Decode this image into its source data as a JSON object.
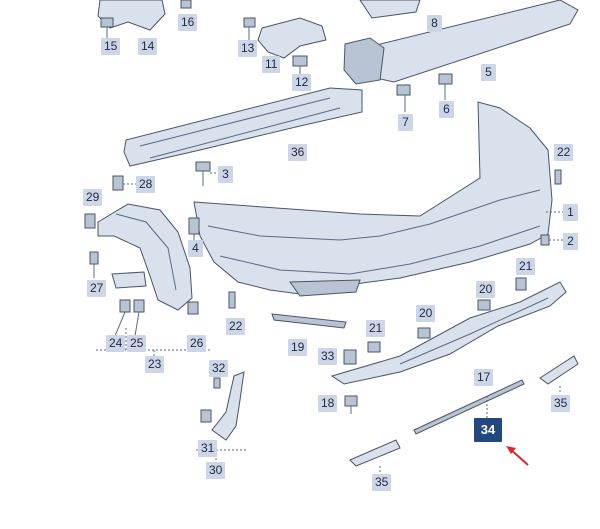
{
  "parts": [
    {
      "id": "p1",
      "label": "1"
    },
    {
      "id": "p2",
      "label": "2"
    },
    {
      "id": "p3",
      "label": "3"
    },
    {
      "id": "p4",
      "label": "4"
    },
    {
      "id": "p5",
      "label": "5"
    },
    {
      "id": "p6",
      "label": "6"
    },
    {
      "id": "p7",
      "label": "7"
    },
    {
      "id": "p8",
      "label": "8"
    },
    {
      "id": "p11",
      "label": "11"
    },
    {
      "id": "p12",
      "label": "12"
    },
    {
      "id": "p13",
      "label": "13"
    },
    {
      "id": "p14",
      "label": "14"
    },
    {
      "id": "p15",
      "label": "15"
    },
    {
      "id": "p16",
      "label": "16"
    },
    {
      "id": "p17",
      "label": "17"
    },
    {
      "id": "p18",
      "label": "18"
    },
    {
      "id": "p19",
      "label": "19"
    },
    {
      "id": "p20a",
      "label": "20"
    },
    {
      "id": "p20b",
      "label": "20"
    },
    {
      "id": "p21a",
      "label": "21"
    },
    {
      "id": "p21b",
      "label": "21"
    },
    {
      "id": "p22a",
      "label": "22"
    },
    {
      "id": "p22b",
      "label": "22"
    },
    {
      "id": "p23",
      "label": "23"
    },
    {
      "id": "p24",
      "label": "24"
    },
    {
      "id": "p25",
      "label": "25"
    },
    {
      "id": "p26",
      "label": "26"
    },
    {
      "id": "p27",
      "label": "27"
    },
    {
      "id": "p28",
      "label": "28"
    },
    {
      "id": "p29",
      "label": "29"
    },
    {
      "id": "p30",
      "label": "30"
    },
    {
      "id": "p31",
      "label": "31"
    },
    {
      "id": "p32",
      "label": "32"
    },
    {
      "id": "p33",
      "label": "33"
    },
    {
      "id": "p34",
      "label": "34",
      "highlighted": true
    },
    {
      "id": "p35a",
      "label": "35"
    },
    {
      "id": "p35b",
      "label": "35"
    },
    {
      "id": "p36",
      "label": "36"
    }
  ],
  "colors": {
    "label_bg": "#cdd6e6",
    "label_text": "#1c2a44",
    "highlight_bg": "#21487f",
    "highlight_text": "#ffffff",
    "part_fill": "#d8e1ec",
    "arrow": "#e0262b"
  }
}
